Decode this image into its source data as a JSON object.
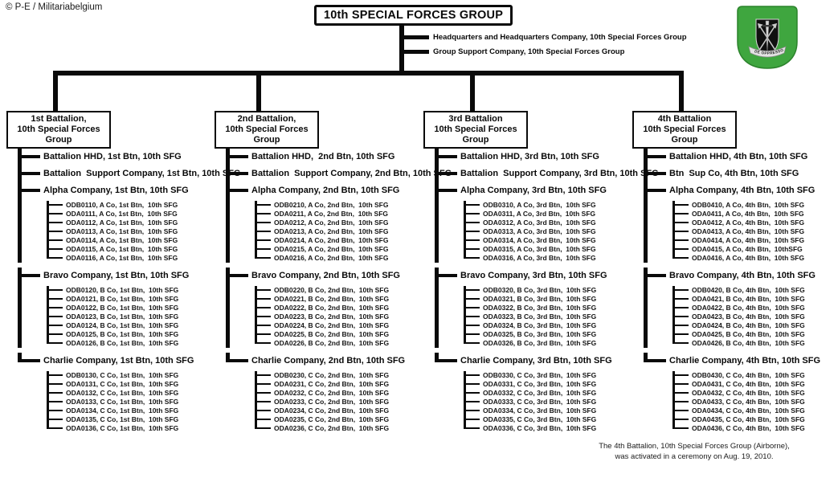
{
  "credit": "© P-E / Militariabelgium",
  "title": "10th SPECIAL FORCES GROUP",
  "group_units": [
    "Headquarters and Headquarters Company, 10th Special Forces Group",
    "Group Support Company, 10th Special Forces Group"
  ],
  "insignia": {
    "name": "10th Special Forces Group beret flash",
    "motto": "DE OPPRESSO LIBER",
    "flash_green": "#3fa63f",
    "shield_black": "#101010",
    "metal_silver": "#c9c9c9"
  },
  "battalions": [
    {
      "box": [
        "1st Battalion,",
        "10th Special Forces Group"
      ],
      "units": [
        {
          "label": "Battalion HHD, 1st Btn, 10th SFG",
          "teams": []
        },
        {
          "label": "Battalion  Support Company, 1st Btn, 10th SFG",
          "teams": []
        },
        {
          "label": "Alpha Company, 1st Btn, 10th SFG",
          "teams": [
            "ODB0110, A Co, 1st Btn,  10th SFG",
            "ODA0111, A Co, 1st Btn,  10th SFG",
            "ODA0112, A Co, 1st Btn,  10th SFG",
            "ODA0113, A Co, 1st Btn,  10th SFG",
            "ODA0114, A Co, 1st Btn,  10th SFG",
            "ODA0115, A Co, 1st Btn,  10th SFG",
            "ODA0116, A Co, 1st Btn,  10th SFG"
          ]
        },
        {
          "label": "Bravo Company, 1st Btn, 10th SFG",
          "teams": [
            "ODB0120, B Co, 1st Btn,  10th SFG",
            "ODA0121, B Co, 1st Btn,  10th SFG",
            "ODA0122, B Co, 1st Btn,  10th SFG",
            "ODA0123, B Co, 1st Btn,  10th SFG",
            "ODA0124, B Co, 1st Btn,  10th SFG",
            "ODA0125, B Co, 1st Btn,  10th SFG",
            "ODA0126, B Co, 1st Btn,  10th SFG"
          ]
        },
        {
          "label": "Charlie Company, 1st Btn, 10th SFG",
          "teams": [
            "ODB0130, C Co, 1st Btn,  10th SFG",
            "ODA0131, C Co, 1st Btn,  10th SFG",
            "ODA0132, C Co, 1st Btn,  10th SFG",
            "ODA0133, C Co, 1st Btn,  10th SFG",
            "ODA0134, C Co, 1st Btn,  10th SFG",
            "ODA0135, C Co, 1st Btn,  10th SFG",
            "ODA0136, C Co, 1st Btn,  10th SFG"
          ]
        }
      ]
    },
    {
      "box": [
        "2nd Battalion,",
        "10th Special Forces Group"
      ],
      "units": [
        {
          "label": "Battalion HHD,  2nd Btn, 10th SFG",
          "teams": []
        },
        {
          "label": "Battalion  Support Company, 2nd Btn, 10th SFG",
          "teams": []
        },
        {
          "label": "Alpha Company, 2nd Btn, 10th SFG",
          "teams": [
            "ODB0210, A Co, 2nd Btn,  10th SFG",
            "ODA0211, A Co, 2nd Btn,  10th SFG",
            "ODA0212, A Co, 2nd Btn,  10th SFG",
            "ODA0213, A Co, 2nd Btn,  10th SFG",
            "ODA0214, A Co, 2nd Btn,  10th SFG",
            "ODA0215, A Co, 2nd Btn,  10th SFG",
            "ODA0216, A Co, 2nd Btn,  10th SFG"
          ]
        },
        {
          "label": "Bravo Company, 2nd Btn, 10th SFG",
          "teams": [
            "ODB0220, B Co, 2nd Btn,  10th SFG",
            "ODA0221, B Co, 2nd Btn,  10th SFG",
            "ODA0222, B Co, 2nd Btn,  10th SFG",
            "ODA0223, B Co, 2nd Btn,  10th SFG",
            "ODA0224, B Co, 2nd Btn,  10th SFG",
            "ODA0225, B Co, 2nd Btn,  10th SFG",
            "ODA0226, B Co, 2nd Btn,  10th SFG"
          ]
        },
        {
          "label": "Charlie Company, 2nd Btn, 10th SFG",
          "teams": [
            "ODB0230, C Co, 2nd Btn,  10th SFG",
            "ODA0231, C Co, 2nd Btn,  10th SFG",
            "ODA0232, C Co, 2nd Btn,  10th SFG",
            "ODA0233, C Co, 2nd Btn,  10th SFG",
            "ODA0234, C Co, 2nd Btn,  10th SFG",
            "ODA0235, C Co, 2nd Btn,  10th SFG",
            "ODA0236, C Co, 2nd Btn,  10th SFG"
          ]
        }
      ]
    },
    {
      "box": [
        "3rd Battalion",
        "10th Special Forces Group"
      ],
      "units": [
        {
          "label": "Battalion HHD, 3rd Btn, 10th SFG",
          "teams": []
        },
        {
          "label": "Battalion  Support Company, 3rd Btn, 10th SFG",
          "teams": []
        },
        {
          "label": "Alpha Company, 3rd Btn, 10th SFG",
          "teams": [
            "ODB0310, A Co, 3rd Btn,  10th SFG",
            "ODA0311, A Co, 3rd Btn,  10th SFG",
            "ODA0312, A Co, 3rd Btn,  10th SFG",
            "ODA0313, A Co, 3rd Btn,  10th SFG",
            "ODA0314, A Co, 3rd Btn,  10th SFG",
            "ODA0315, A Co, 3rd Btn,  10th SFG",
            "ODA0316, A Co, 3rd Btn,  10th SFG"
          ]
        },
        {
          "label": "Bravo Company, 3rd Btn, 10th SFG",
          "teams": [
            "ODB0320, B Co, 3rd Btn,  10th SFG",
            "ODA0321, B Co, 3rd Btn,  10th SFG",
            "ODA0322, B Co, 3rd Btn,  10th SFG",
            "ODA0323, B Co, 3rd Btn,  10th SFG",
            "ODA0324, B Co, 3rd Btn,  10th SFG",
            "ODA0325, B Co, 3rd Btn,  10th SFG",
            "ODA0326, B Co, 3rd Btn,  10th SFG"
          ]
        },
        {
          "label": "Charlie Company, 3rd Btn, 10th SFG",
          "teams": [
            "ODB0330, C Co, 3rd Btn,  10th SFG",
            "ODA0331, C Co, 3rd Btn,  10th SFG",
            "ODA0332, C Co, 3rd Btn,  10th SFG",
            "ODA0333, C Co, 3rd Btn,  10th SFG",
            "ODA0334, C Co, 3rd Btn,  10th SFG",
            "ODA0335, C Co, 3rd Btn,  10th SFG",
            "ODA0336, C Co, 3rd Btn,  10th SFG"
          ]
        }
      ]
    },
    {
      "box": [
        "4th Battalion",
        "10th Special Forces Group"
      ],
      "units": [
        {
          "label": "Battalion HHD, 4th Btn, 10th SFG",
          "teams": []
        },
        {
          "label": "Btn  Sup Co, 4th Btn, 10th SFG",
          "teams": []
        },
        {
          "label": "Alpha Company, 4th Btn, 10th SFG",
          "teams": [
            "ODB0410, A Co, 4th Btn,  10th SFG",
            "ODA0411, A Co, 4th Btn,  10th SFG",
            "ODA0412, A Co, 4th Btn,  10th SFG",
            "ODA0413, A Co, 4th Btn,  10th SFG",
            "ODA0414, A Co, 4th Btn,  10th SFG",
            "ODA0415, A Co, 4th Btn,  10thSFG",
            "ODA0416, A Co, 4th Btn,  10th SFG"
          ]
        },
        {
          "label": "Bravo Company, 4th Btn, 10th SFG",
          "teams": [
            "ODB0420, B Co, 4th Btn,  10th SFG",
            "ODA0421, B Co, 4th Btn,  10th SFG",
            "ODA0422, B Co, 4th Btn,  10th SFG",
            "ODA0423, B Co, 4th Btn,  10th SFG",
            "ODA0424, B Co, 4th Btn,  10th SFG",
            "ODA0425, B Co, 4th Btn,  10th SFG",
            "ODA0426, B Co, 4th Btn,  10th SFG"
          ]
        },
        {
          "label": "Charlie Company, 4th Btn, 10th SFG",
          "teams": [
            "ODB0430, C Co, 4th Btn,  10th SFG",
            "ODA0431, C Co, 4th Btn,  10th SFG",
            "ODA0432, C Co, 4th Btn,  10th SFG",
            "ODA0433, C Co, 4th Btn,  10th SFG",
            "ODA0434, C Co, 4th Btn,  10th SFG",
            "ODA0435, C Co, 4th Btn,  10th SFG",
            "ODA0436, C Co, 4th Btn,  10th SFG"
          ]
        }
      ]
    }
  ],
  "footnote": [
    "The 4th Battalion, 10th Special Forces Group (Airborne),",
    "was activated in a ceremony on Aug. 19, 2010."
  ]
}
